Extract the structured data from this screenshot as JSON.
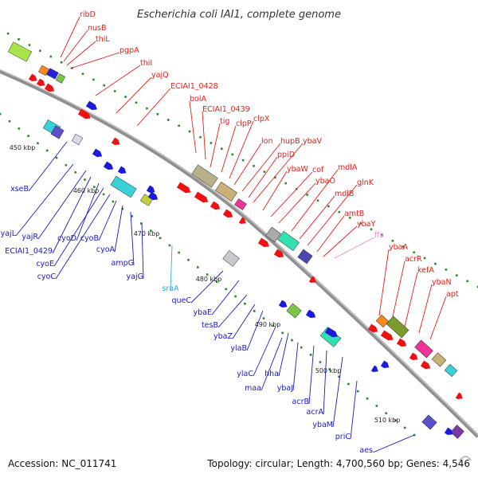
{
  "title": "Escherichia coli IAI1, complete genome",
  "footer": {
    "accession": "Accession: NC_011741",
    "summary": "Topology: circular; Length: 4,700,560 bp; Genes: 4,546"
  },
  "colors": {
    "forward_label": "#e0201a",
    "reverse_label": "#1b1bc0",
    "rna_label": "#33aadd",
    "ncrna_label": "#e98ad0",
    "backbone": "#8f8f8f"
  },
  "ticks": [
    "450 kbp",
    "460 kbp",
    "470 kbp",
    "480 kbp",
    "490 kbp",
    "500 kbp",
    "510 kbp"
  ],
  "forward_labels": [
    "ribD",
    "nusB",
    "thiL",
    "pgpA",
    "thiI",
    "yajQ",
    "ECIAI1_0428",
    "bolA",
    "ECIAI1_0439",
    "tig",
    "clpP",
    "clpX",
    "lon",
    "hupB",
    "ppiD",
    "ybaV",
    "ybaW",
    "cof",
    "ybaO",
    "mdlA",
    "mdlB",
    "glnK",
    "amtB",
    "ybaY",
    "ybaA",
    "acrR",
    "kefA",
    "ybaN",
    "apt"
  ],
  "rna_labels": [
    "ffs",
    "sraA"
  ],
  "reverse_labels": [
    "xseB",
    "yajL",
    "yajR",
    "ECIAI1_0429",
    "cyoD",
    "cyoE",
    "cyoC",
    "cyoB",
    "cyoA",
    "ampG",
    "yajG",
    "queC",
    "ybaE",
    "tesB",
    "ybaZ",
    "ylaB",
    "ylaC",
    "hha",
    "maa",
    "ybaJ",
    "acrB",
    "acrA",
    "ybaM",
    "priC",
    "aes"
  ]
}
